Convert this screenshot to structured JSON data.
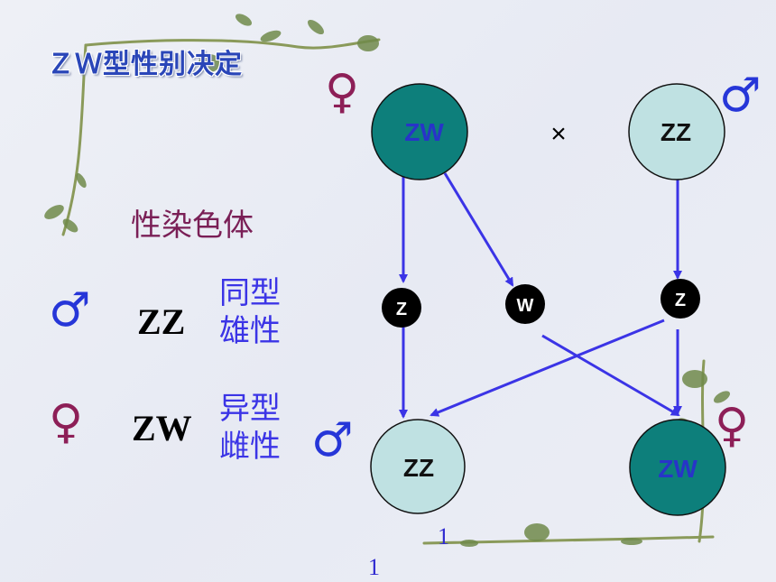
{
  "title": "ＺＷ型性别决定",
  "sex_chromosome_label": "性染色体",
  "legend": [
    {
      "symbol": "♂",
      "genotype": "ZZ",
      "line1": "同型",
      "line2": "雄性"
    },
    {
      "symbol": "♀",
      "genotype": "ZW",
      "line1": "异型",
      "line2": "雌性"
    }
  ],
  "diagram": {
    "parent_female": {
      "symbol": "♀",
      "genotype": "ZW"
    },
    "cross_symbol": "×",
    "parent_male": {
      "symbol": "♂",
      "genotype": "ZZ"
    },
    "gametes": [
      "Z",
      "W",
      "Z"
    ],
    "offspring_male": {
      "symbol": "♂",
      "genotype": "ZZ"
    },
    "offspring_female": {
      "symbol": "♀",
      "genotype": "ZW"
    }
  },
  "page_numbers": [
    "1",
    "1"
  ],
  "colors": {
    "title": "#2a46b8",
    "arrow": "#3b34e6",
    "female_fill": "#0d7f7b",
    "male_fill": "#bfe1e2",
    "gamete_fill": "#000000",
    "male_symbol": "#2636d8",
    "female_symbol": "#8d1f57"
  }
}
